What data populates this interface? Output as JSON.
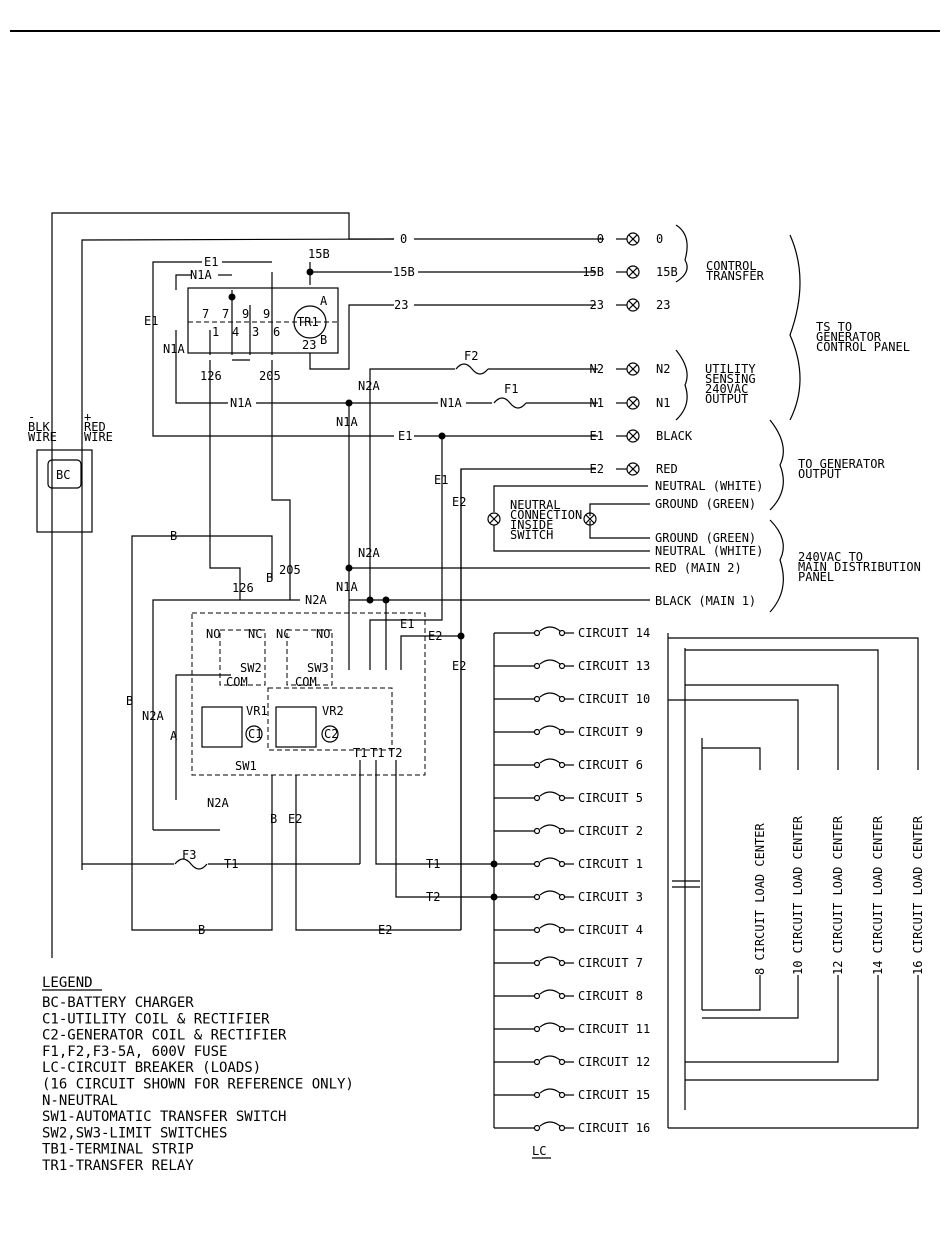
{
  "terminals": {
    "t0": {
      "wire": "0",
      "label": "0"
    },
    "t15b": {
      "wire": "15B",
      "label": "15B"
    },
    "t23": {
      "wire": "23",
      "label": "23"
    },
    "tn2": {
      "wire": "N2",
      "label": "N2"
    },
    "tn1": {
      "wire": "N1",
      "label": "N1"
    },
    "te1": {
      "wire": "E1",
      "label": "BLACK"
    },
    "te2": {
      "wire": "E2",
      "label": "RED"
    }
  },
  "groups": {
    "control_transfer": [
      "CONTROL",
      "TRANSFER"
    ],
    "ts_to_gen": [
      "TS TO",
      "GENERATOR",
      "CONTROL PANEL"
    ],
    "utility_sensing": [
      "UTILITY",
      "SENSING",
      "240VAC",
      "OUTPUT"
    ],
    "gen_output": [
      "TO GENERATOR",
      "OUTPUT"
    ],
    "main_dist": [
      "240VAC TO",
      "MAIN DISTRIBUTION",
      "PANEL"
    ],
    "neutral_conn": [
      "NEUTRAL",
      "CONNECTION",
      "INSIDE",
      "SWITCH"
    ]
  },
  "lines": {
    "neutral_white": "NEUTRAL (WHITE)",
    "ground_green": "GROUND (GREEN)",
    "red_main2": "RED (MAIN 2)",
    "black_main1": "BLACK (MAIN 1)"
  },
  "wire_labels": {
    "e1": "E1",
    "e2": "E2",
    "n1a": "N1A",
    "n2a": "N2A",
    "b": "B",
    "a": "A",
    "t1": "T1",
    "t2": "T2",
    "w15b": "15B",
    "w23": "23",
    "w126": "126",
    "w205": "205",
    "f1": "F1",
    "f2": "F2",
    "f3": "F3",
    "tr1": "TR1",
    "bc": "BC",
    "sw1": "SW1",
    "sw2": "SW2",
    "sw3": "SW3",
    "vr1": "VR1",
    "vr2": "VR2",
    "c1": "C1",
    "c2": "C2",
    "no": "NO",
    "nc": "NC",
    "com": "COM",
    "blk_wire": [
      "-",
      "BLK",
      "WIRE"
    ],
    "red_wire": [
      "+",
      "RED",
      "WIRE"
    ],
    "tr_contacts": [
      "7",
      "7",
      "9",
      "9",
      "1",
      "4",
      "3",
      "6"
    ],
    "tr_a": "A",
    "tr_b": "B"
  },
  "circuits": [
    "CIRCUIT 14",
    "CIRCUIT 13",
    "CIRCUIT 10",
    "CIRCUIT 9",
    "CIRCUIT 6",
    "CIRCUIT 5",
    "CIRCUIT 2",
    "CIRCUIT 1",
    "CIRCUIT 3",
    "CIRCUIT 4",
    "CIRCUIT 7",
    "CIRCUIT 8",
    "CIRCUIT 11",
    "CIRCUIT 12",
    "CIRCUIT 15",
    "CIRCUIT 16"
  ],
  "lc_label": "LC",
  "load_centers": [
    "8 CIRCUIT LOAD CENTER",
    "10 CIRCUIT LOAD CENTER",
    "12 CIRCUIT LOAD CENTER",
    "14 CIRCUIT LOAD CENTER",
    "16 CIRCUIT LOAD CENTER"
  ],
  "legend": {
    "title": "LEGEND",
    "items": [
      "BC-BATTERY CHARGER",
      "C1-UTILITY COIL & RECTIFIER",
      "C2-GENERATOR COIL & RECTIFIER",
      "F1,F2,F3-5A, 600V FUSE",
      "LC-CIRCUIT BREAKER (LOADS)",
      "   (16 CIRCUIT SHOWN FOR REFERENCE ONLY)",
      "N-NEUTRAL",
      "SW1-AUTOMATIC TRANSFER SWITCH",
      "SW2,SW3-LIMIT SWITCHES",
      "TB1-TERMINAL STRIP",
      "TR1-TRANSFER RELAY"
    ]
  }
}
